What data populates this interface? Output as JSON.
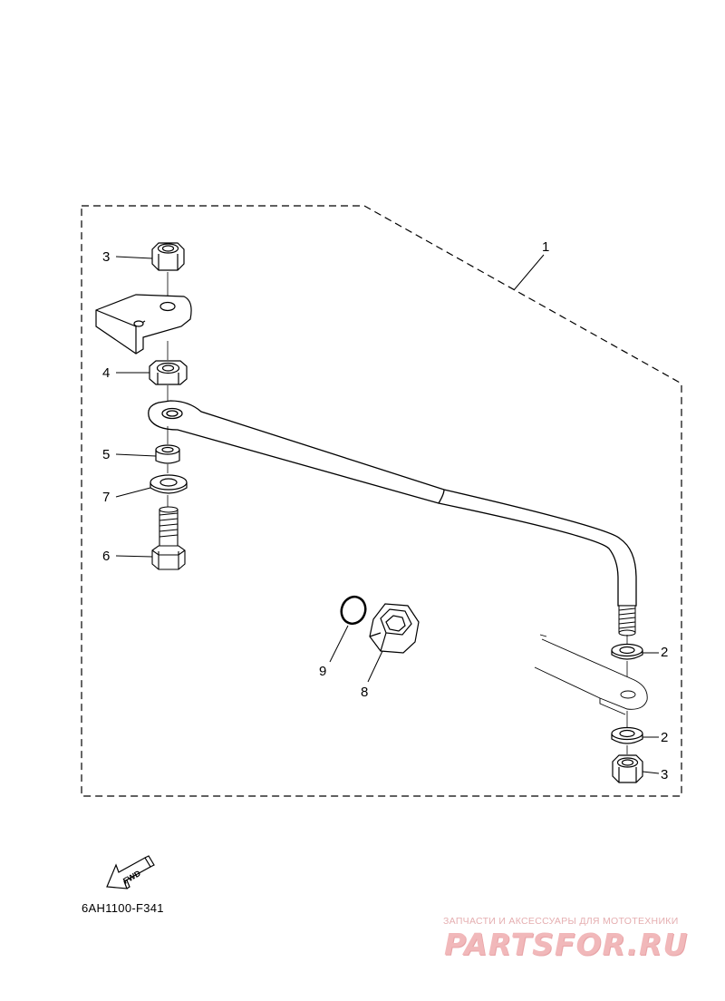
{
  "callouts": {
    "c1": "1",
    "c2a": "2",
    "c2b": "2",
    "c3a": "3",
    "c3b": "3",
    "c4": "4",
    "c5": "5",
    "c6": "6",
    "c7": "7",
    "c8": "8",
    "c9": "9"
  },
  "fwd_label": "FWD",
  "diagram_code": "6AH1100-F341",
  "watermark": {
    "tagline": "ЗАПЧАСТИ И АКСЕССУАРЫ ДЛЯ МОТОТЕХНИКИ",
    "logo": "PARTSFOR.RU"
  }
}
